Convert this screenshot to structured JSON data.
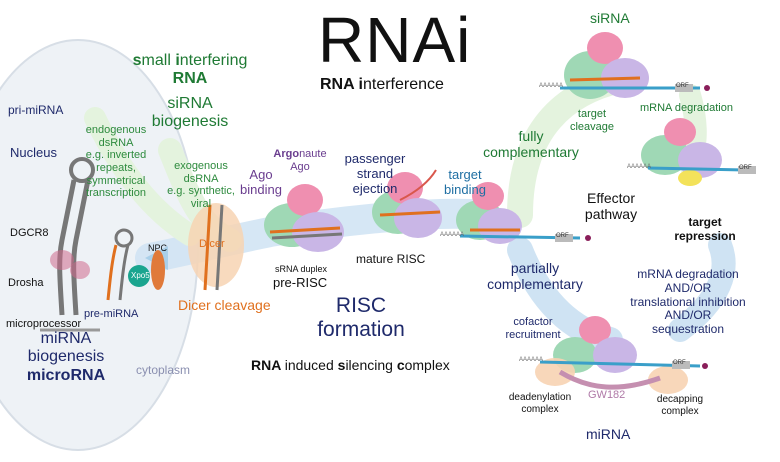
{
  "title": {
    "main": "RNAi",
    "sub_bold_1": "RNA ",
    "sub_bold_2": "i",
    "sub_rest": "nterference"
  },
  "sirna_header": {
    "l1_b1": "s",
    "l1_r1": "mall ",
    "l1_b2": "i",
    "l1_r2": "nterfering",
    "l2": "RNA",
    "l3": "siRNA",
    "l4": "biogenesis"
  },
  "nucleus": {
    "pri_mirna": "pri-miRNA",
    "nucleus": "Nucleus",
    "dgcr8": "DGCR8",
    "drosha": "Drosha",
    "microprocessor": "microprocessor",
    "pre_mirna": "pre-miRNA",
    "npc": "NPC",
    "xpo5": "Xpo5"
  },
  "endogenous": [
    "endogenous",
    "dsRNA",
    "e.g. inverted",
    "repeats,",
    "symmetrical",
    "transcription"
  ],
  "exogenous": [
    "exogenous",
    "dsRNA",
    "e.g. synthetic,",
    "viral"
  ],
  "dicer": {
    "label": "Dicer",
    "cleavage": "Dicer cleavage"
  },
  "ago": {
    "argo_bold": "Argo",
    "argo_rest": "naute",
    "ago": "Ago",
    "binding1": "Ago",
    "binding2": "binding"
  },
  "sirna_duplex": "sRNA duplex",
  "pre_risc": "pre-RISC",
  "passenger": [
    "passenger",
    "strand",
    "ejection"
  ],
  "mature_risc": "mature RISC",
  "target_binding": [
    "target",
    "binding"
  ],
  "risc_formation": [
    "RISC",
    "formation"
  ],
  "risc_full": {
    "b1": "RNA ",
    "r1": "induced ",
    "b2": "s",
    "r2": "ilencing ",
    "b3": "c",
    "r3": "omplex"
  },
  "mirna_header": {
    "l1": "miRNA",
    "l2": "biogenesis",
    "l3_b": "micro",
    "l3_r": "RNA"
  },
  "cytoplasm": "cytoplasm",
  "fully": [
    "fully",
    "complementary"
  ],
  "partially": [
    "partially",
    "complementary"
  ],
  "effector": [
    "Effector",
    "pathway"
  ],
  "target_repression": [
    "target",
    "repression"
  ],
  "sirna_top": "siRNA",
  "target_cleavage": [
    "target",
    "cleavage"
  ],
  "mrna_degradation": "mRNA degradation",
  "mechanisms": [
    "mRNA degradation",
    "AND/OR",
    "translational inhibition",
    "AND/OR",
    "sequestration"
  ],
  "cofactor": [
    "cofactor",
    "recruitment"
  ],
  "deadenylation": [
    "deadenylation",
    "complex"
  ],
  "gw182": "GW182",
  "decapping": [
    "decapping",
    "complex"
  ],
  "mirna_bottom": "miRNA",
  "orf": "ORF",
  "poly_a": "AAAAAA",
  "colors": {
    "green": "#2e8b3e",
    "navy": "#1f2a6b",
    "orange": "#e0701e",
    "purple": "#6a3d8f",
    "teal": "#1f6fa3",
    "pink": "#ef8fb0",
    "lilac": "#c9b6e6",
    "mint": "#9fd8b5",
    "arrow_green": "#d9f0d2",
    "arrow_blue": "#cfe3f3"
  }
}
